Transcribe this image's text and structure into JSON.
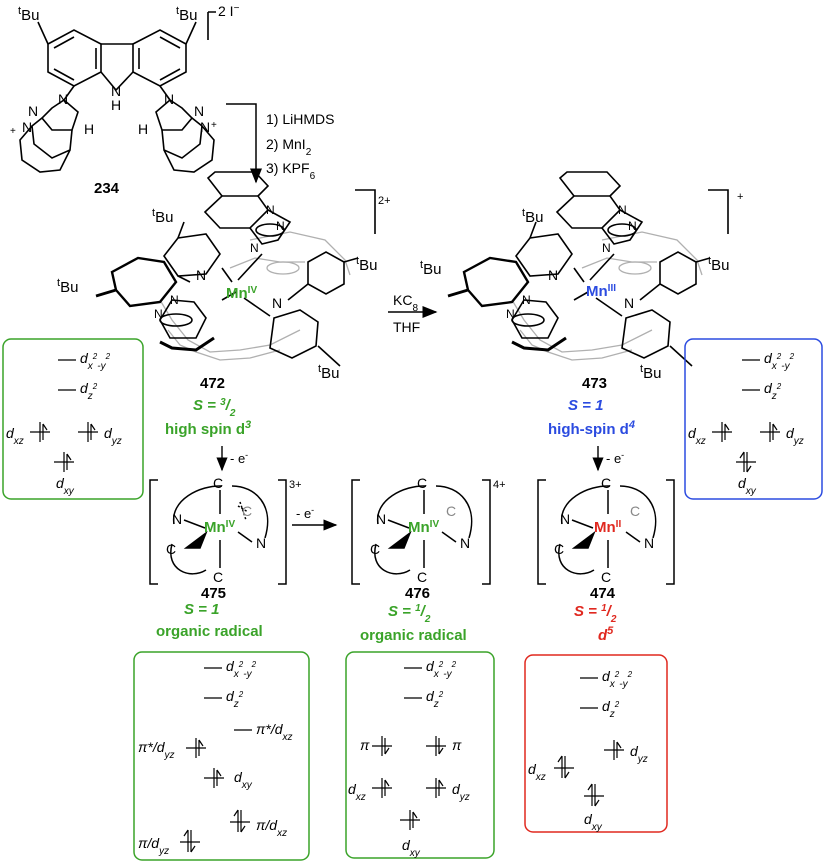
{
  "colors": {
    "green": "#3aa329",
    "blue": "#2b4be0",
    "red": "#e0281f",
    "gray": "#b0b0b0"
  },
  "labels": {
    "tBu": "tBu",
    "t": "t",
    "Bu": "Bu",
    "N": "N",
    "H": "H",
    "C": "C",
    "charge_234": "2 I",
    "minus": "−",
    "plus": "+",
    "charge_2plus": "2+",
    "charge_plus": "+",
    "charge_3plus": "3+",
    "charge_4plus": "4+"
  },
  "compounds": {
    "c234": "234",
    "c472": "472",
    "c473": "473",
    "c475": "475",
    "c476": "476",
    "c474": "474"
  },
  "metal": {
    "mn": "Mn",
    "iv": "IV",
    "iii": "III",
    "ii": "II"
  },
  "steps": {
    "step1": "1) LiHMDS",
    "step2": "2) MnI",
    "step2_sub": "2",
    "step3": "3) KPF",
    "step3_sub": "6",
    "kc8": "KC",
    "kc8_sub": "8",
    "thf": "THF",
    "oxidation": "- e",
    "oxidation_sup": "-"
  },
  "spin_states": {
    "s472": "S = ",
    "s472_num": "3",
    "s472_den": "2",
    "s472_desc": "high spin d",
    "s472_desc_sup": "3",
    "s473": "S = 1",
    "s473_desc": "high-spin d",
    "s473_desc_sup": "4",
    "s475": "S = 1",
    "s475_desc": "organic radical",
    "s476": "S = ",
    "s476_num": "1",
    "s476_den": "2",
    "s476_desc": "organic radical",
    "s474": "S = ",
    "s474_num": "1",
    "s474_den": "2",
    "s474_desc": "d",
    "s474_desc_sup": "5"
  },
  "orbitals": {
    "d": "d",
    "x2y2_sub": "x",
    "x2y2_sup": "2",
    "x2y2_mid": "-y",
    "z2_sub": "z",
    "z2_sup": "2",
    "xz": "xz",
    "yz": "yz",
    "xy": "xy",
    "pi": "π",
    "pistar": "π*/d",
    "pislash": "π/d"
  }
}
